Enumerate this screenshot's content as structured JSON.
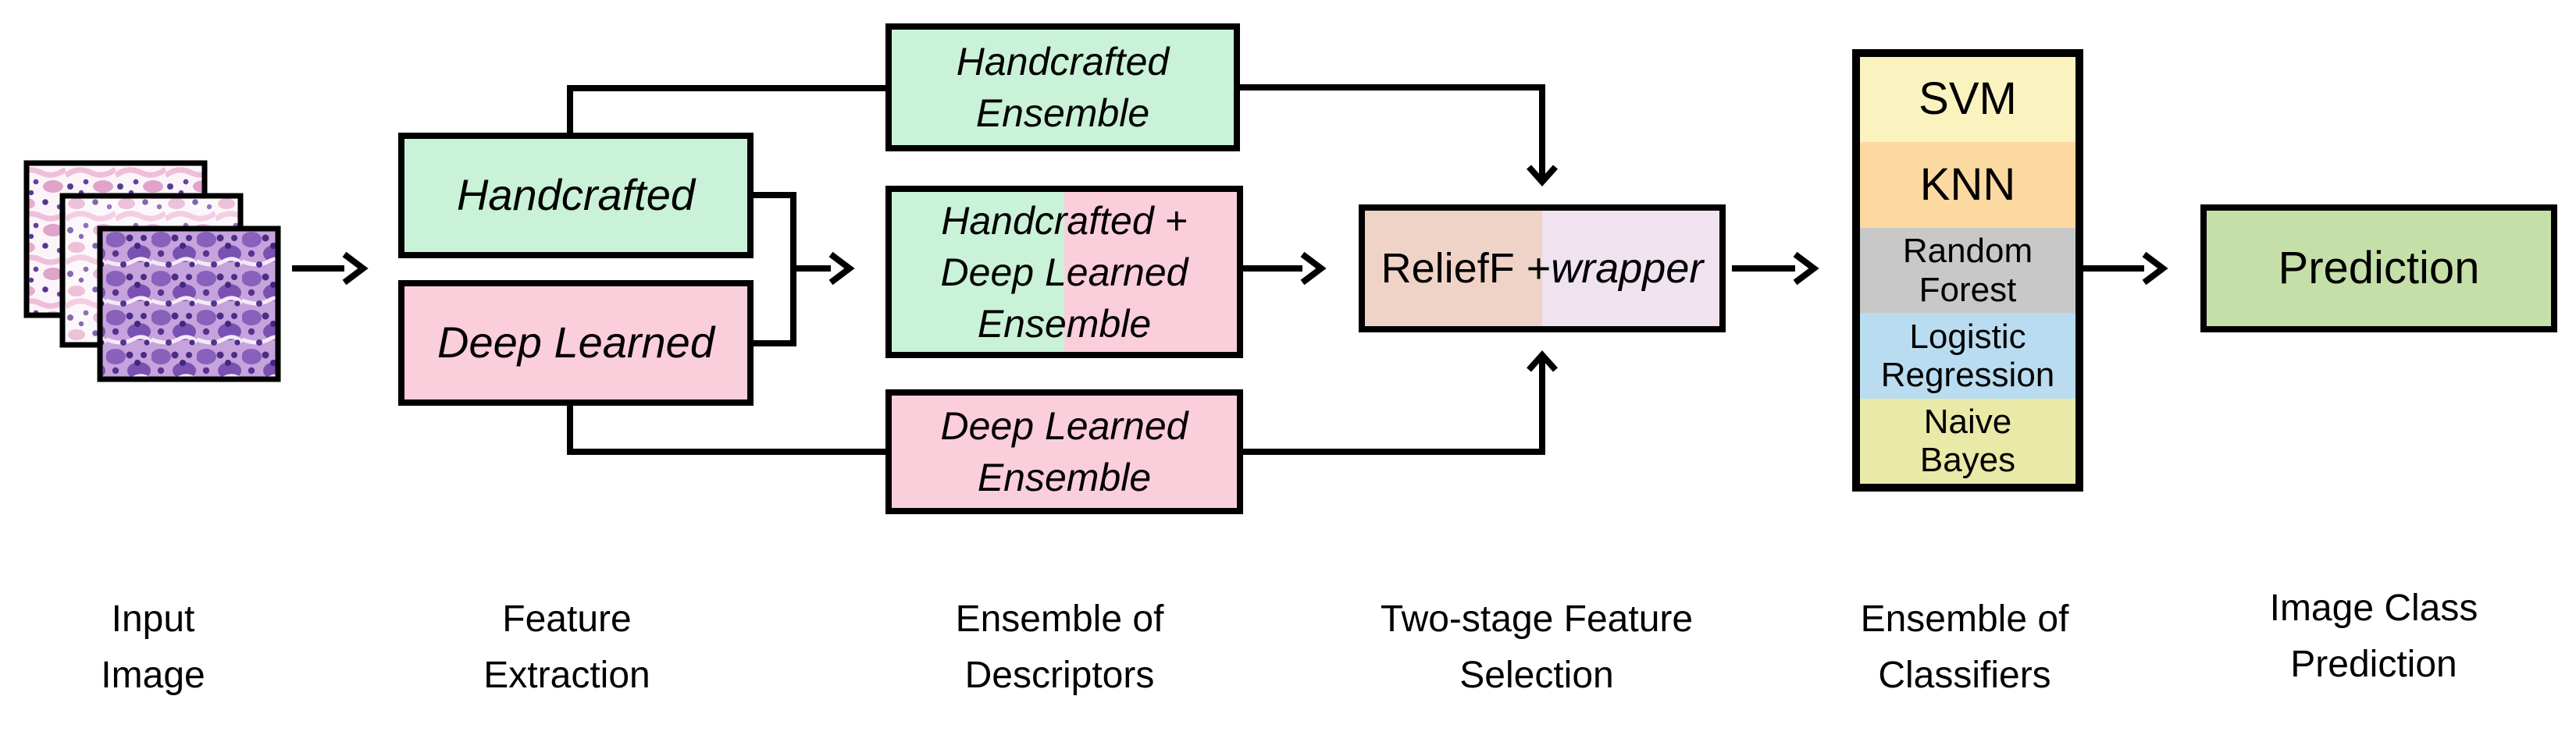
{
  "palette": {
    "handcrafted_green": "#c9f2d8",
    "deep_learned_pink": "#fbcedb",
    "relieff_left_clay": "#f0d3c7",
    "relieff_right_lilac": "#f0e2ef",
    "prediction_green": "#c5dfa9",
    "svm_yellow": "#faf3c0",
    "knn_orange": "#fbd9a0",
    "random_forest_gray": "#c8c8c8",
    "logistic_blue": "#b9dcf0",
    "naive_bayes_khaki": "#e9e9a8",
    "line_black": "#000000",
    "background_white": "#ffffff"
  },
  "feature_extraction": {
    "handcrafted": "Handcrafted",
    "deep_learned": "Deep Learned"
  },
  "descriptors": {
    "handcrafted_ensemble": {
      "line1": "Handcrafted",
      "line2": "Ensemble"
    },
    "combined_ensemble": {
      "line1": "Handcrafted +",
      "line2": "Deep Learned",
      "line3": "Ensemble"
    },
    "deep_learned_ensemble": {
      "line1": "Deep Learned",
      "line2": "Ensemble"
    }
  },
  "feature_selection": {
    "method_regular": "ReliefF + ",
    "method_italic": "wrapper"
  },
  "classifiers": [
    {
      "line1": "SVM",
      "line2": ""
    },
    {
      "line1": "KNN",
      "line2": ""
    },
    {
      "line1": "Random",
      "line2": "Forest"
    },
    {
      "line1": "Logistic",
      "line2": "Regression"
    },
    {
      "line1": "Naive",
      "line2": "Bayes"
    }
  ],
  "output": {
    "prediction": "Prediction"
  },
  "stage_labels": {
    "input": {
      "line1": "Input",
      "line2": "Image"
    },
    "feature_extraction": {
      "line1": "Feature",
      "line2": "Extraction"
    },
    "descriptors": {
      "line1": "Ensemble of",
      "line2": "Descriptors"
    },
    "feature_selection": {
      "line1": "Two-stage Feature",
      "line2": "Selection"
    },
    "classifiers": {
      "line1": "Ensemble of",
      "line2": "Classifiers"
    },
    "prediction": {
      "line1": "Image Class",
      "line2": "Prediction"
    }
  }
}
